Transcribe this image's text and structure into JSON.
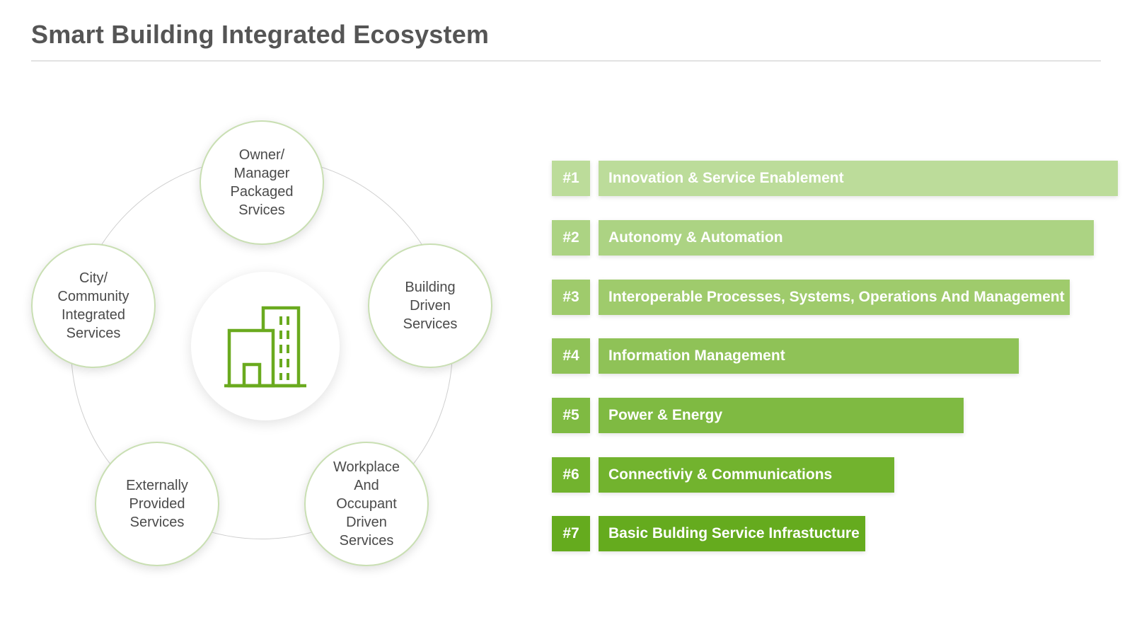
{
  "title": "Smart Building Integrated Ecosystem",
  "center": {
    "icon": "building-icon",
    "color": "#6aaa1f"
  },
  "nodes": [
    {
      "label": "Owner/\nManager\nPackaged\nSrvices"
    },
    {
      "label": "Building\nDriven\nServices"
    },
    {
      "label": "Workplace\nAnd\nOccupant\nDriven\nServices"
    },
    {
      "label": "Externally\nProvided\nServices"
    },
    {
      "label": "City/\nCommunity\nIntegrated\nServices"
    }
  ],
  "bars": [
    {
      "num": "#1",
      "label": "Innovation & Service Enablement",
      "color": "#bcdc9a"
    },
    {
      "num": "#2",
      "label": "Autonomy & Automation",
      "color": "#acd383"
    },
    {
      "num": "#3",
      "label": "Interoperable Processes, Systems, Operations And Management",
      "color": "#9fcb6c"
    },
    {
      "num": "#4",
      "label": "Information Management",
      "color": "#8fc257"
    },
    {
      "num": "#5",
      "label": "Power & Energy",
      "color": "#7fba42"
    },
    {
      "num": "#6",
      "label": "Connectiviy & Communications",
      "color": "#72b32e"
    },
    {
      "num": "#7",
      "label": "Basic Bulding Service Infrastucture",
      "color": "#65ab1e"
    }
  ]
}
